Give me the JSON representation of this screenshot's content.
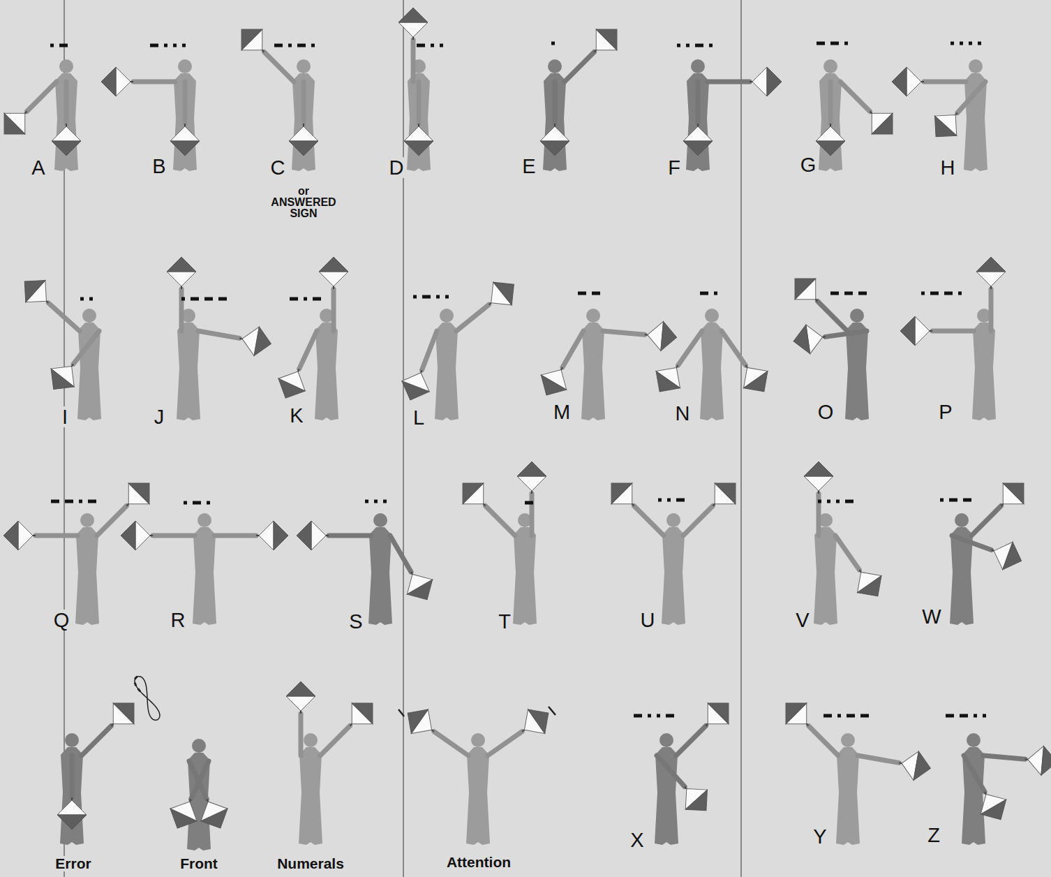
{
  "diagram": {
    "labels": [
      "A",
      "B",
      "C",
      "or ANSWERED SIGN",
      "D",
      "E",
      "F",
      "G",
      "H",
      "I",
      "J",
      "K",
      "L",
      "M",
      "N",
      "O",
      "P",
      "Q",
      "R",
      "S",
      "T",
      "U",
      "V",
      "W",
      "Error",
      "Front",
      "Numerals",
      "Attention",
      "X",
      "Y",
      "Z"
    ]
  }
}
